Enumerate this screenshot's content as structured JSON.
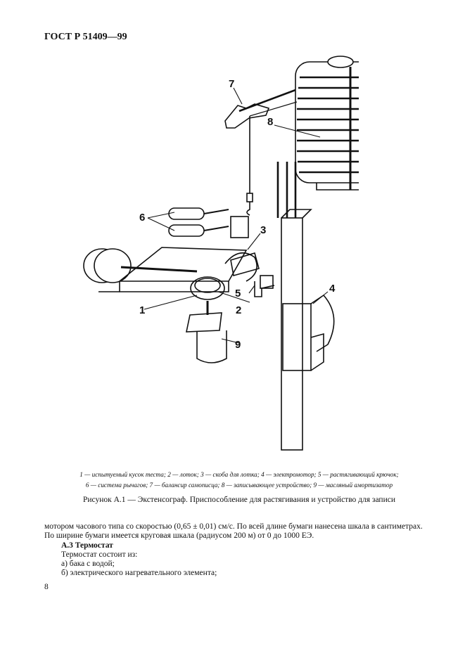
{
  "header": {
    "doc_id": "ГОСТ Р 51409—99"
  },
  "figure": {
    "callouts": [
      "7",
      "8",
      "6",
      "3",
      "4",
      "1",
      "2",
      "5",
      "9"
    ],
    "legend_line1": "1 — испытуемый кусок теста; 2 — лоток; 3 — скоба для лотка; 4 — электромотор; 5 — растягивающий крючок;",
    "legend_line2": "6 — система рычагов; 7 — балансир самописца; 8 — записывающее устройство; 9 — масляный амортизатор",
    "title": "Рисунок А.1 — Экстенсограф. Приспособление для растягивания и устройство для записи"
  },
  "body": {
    "para1": "мотором часового типа со скоростью (0,65 ± 0,01) см/с. По всей длине бумаги нанесена шкала в сантиметрах.",
    "para2": "По ширине бумаги имеется круговая шкала (радиусом 200 м) от 0 до 1000 ЕЭ.",
    "section_heading": "А.3 Термостат",
    "intro": "Термостат состоит из:",
    "item_a": "а)  бака с водой;",
    "item_b": "б)  электрического нагревательного элемента;"
  },
  "footer": {
    "page_number": "8"
  }
}
